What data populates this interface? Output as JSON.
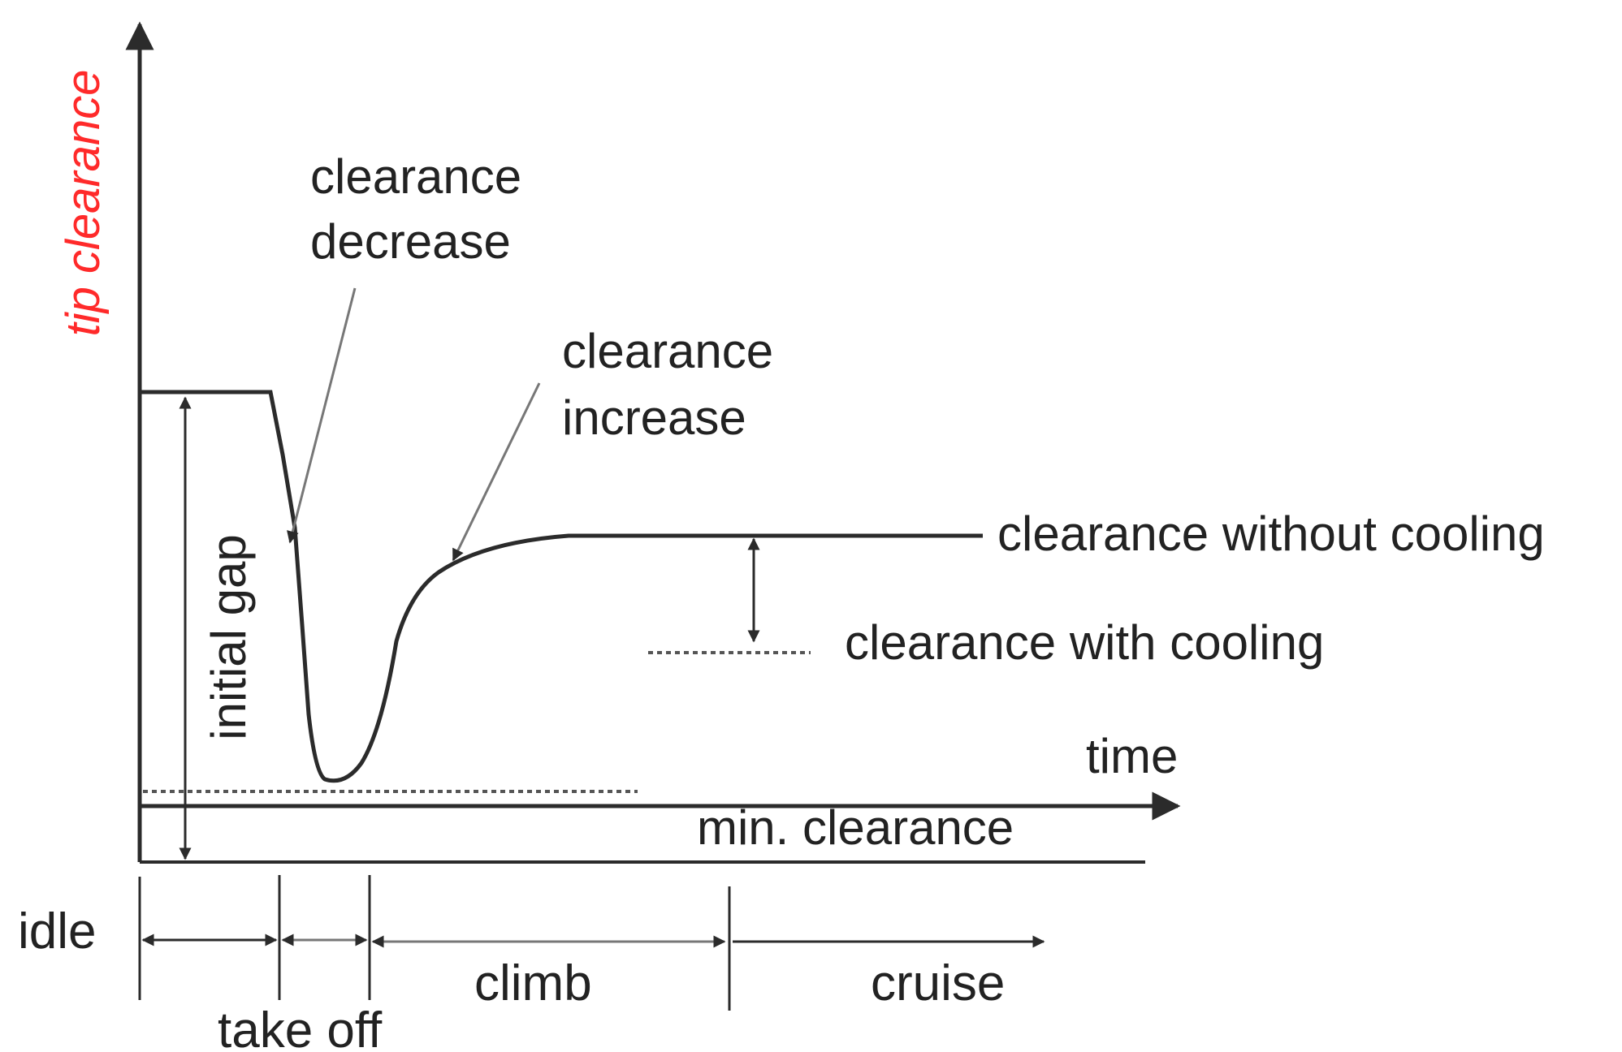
{
  "diagram": {
    "y_axis_label": "tip clearance",
    "x_axis_label": "time",
    "annotations": {
      "decrease_line1": "clearance",
      "decrease_line2": "decrease",
      "increase_line1": "clearance",
      "increase_line2": "increase",
      "without_cooling": "clearance without cooling",
      "with_cooling": "clearance with cooling",
      "initial_gap": "initial gap",
      "min_clearance": "min. clearance"
    },
    "phases": {
      "idle": "idle",
      "take_off": "take off",
      "climb": "climb",
      "cruise": "cruise"
    },
    "colors": {
      "y_axis_label": "#ff2a2a",
      "line": "#2b2b2b",
      "dashed": "#555555"
    }
  }
}
